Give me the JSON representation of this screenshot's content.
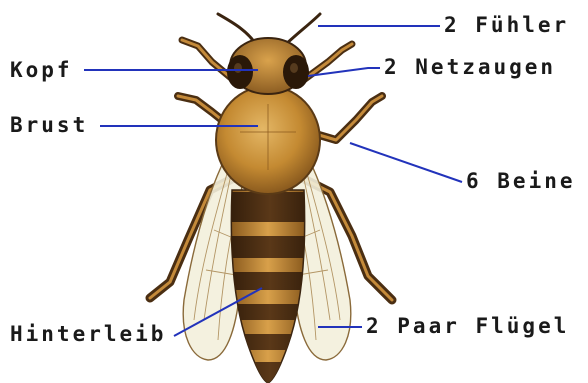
{
  "diagram": {
    "labels": {
      "antennae": "2 Fühler",
      "head": "Kopf",
      "eyes": "2 Netzaugen",
      "thorax": "Brust",
      "legs": "6 Beine",
      "abdomen": "Hinterleib",
      "wings": "2 Paar Flügel"
    },
    "colors": {
      "leader_line": "#2233bb",
      "label_text": "#1a1a1a",
      "body_dark": "#3a2410",
      "body_gold": "#c8912e",
      "wing": "#f3f0dc"
    }
  }
}
